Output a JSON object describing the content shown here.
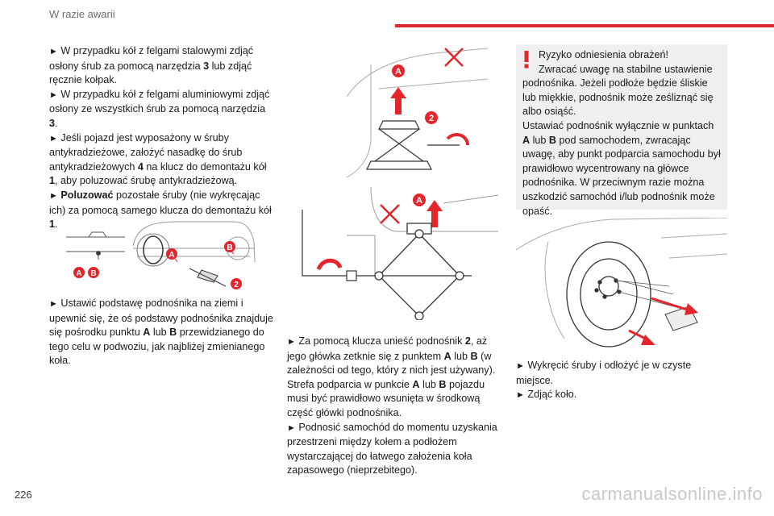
{
  "header": {
    "section": "W razie awarii"
  },
  "page_number": "226",
  "watermark": "carmanualsonline.info",
  "col1": {
    "p1": {
      "a": "W przypadku kół z felgami stalowymi zdjąć osłony śrub za pomocą narzędzia ",
      "b": "3",
      "c": " lub zdjąć ręcznie kołpak."
    },
    "p2": {
      "a": "W przypadku kół z felgami aluminiowymi zdjąć osłony ze wszystkich śrub za pomocą narzędzia ",
      "b": "3",
      "c": "."
    },
    "p3": {
      "a": "Jeśli pojazd jest wyposażony w śruby antykradzieżowe, założyć nasadkę do śrub antykradzieżowych ",
      "b": "4",
      "c": " na klucz do demontażu kół ",
      "d": "1",
      "e": ", aby poluzować śrubę antykradzieżową."
    },
    "p4": {
      "b": "Poluzować",
      "c": " pozostałe śruby (nie wykręcając ich) za pomocą samego klucza do demontażu kół ",
      "d": "1",
      "e": "."
    },
    "p5": {
      "a": "Ustawić podstawę podnośnika na ziemi i upewnić się, że oś podstawy podnośnika znajduje się pośrodku punktu ",
      "b": "A",
      "c": " lub ",
      "d": "B",
      "e": " przewidzianego do tego celu w podwoziu, jak najbliżej zmienianego koła."
    }
  },
  "col2": {
    "p1": {
      "a": "Za pomocą klucza unieść podnośnik ",
      "b": "2",
      "c": ", aż jego główka zetknie się z punktem ",
      "d": "A",
      "e": " lub ",
      "f": "B",
      "g": " (w zależności od tego, który z nich jest używany). Strefa podparcia w punkcie ",
      "h": "A",
      "i": " lub ",
      "j": "B",
      "k": " pojazdu musi być prawidłowo wsunięta w środkową część główki podnośnika."
    },
    "p2": {
      "a": "Podnosić samochód do momentu uzyskania przestrzeni między kołem a podłożem wystarczającej do łatwego założenia koła zapasowego (nieprzebitego)."
    }
  },
  "warning": {
    "title": "Ryzyko odniesienia obrażeń!",
    "line1": "Zwracać uwagę na stabilne ustawienie podnośnika. Jeżeli podłoże będzie śliskie lub miękkie, podnośnik może ześliznąć się albo osiąść.",
    "line2a": "Ustawiać podnośnik wyłącznie w punktach ",
    "line2b": "A",
    "line2c": " lub ",
    "line2d": "B",
    "line2e": " pod samochodem, zwracając uwagę, aby punkt podparcia samochodu był prawidłowo wycentrowany na główce podnośnika. W przeciwnym razie można uszkodzić samochód i/lub podnośnik może opaść."
  },
  "col3": {
    "p1": "Wykręcić śruby i odłożyć je w czyste miejsce.",
    "p2": "Zdjąć koło."
  },
  "arrow_glyph": "►",
  "labels": {
    "A": "A",
    "B": "B",
    "two": "2"
  },
  "colors": {
    "accent": "#e3262b",
    "label_bg": "#e3262b",
    "box_bg": "#efefef"
  }
}
